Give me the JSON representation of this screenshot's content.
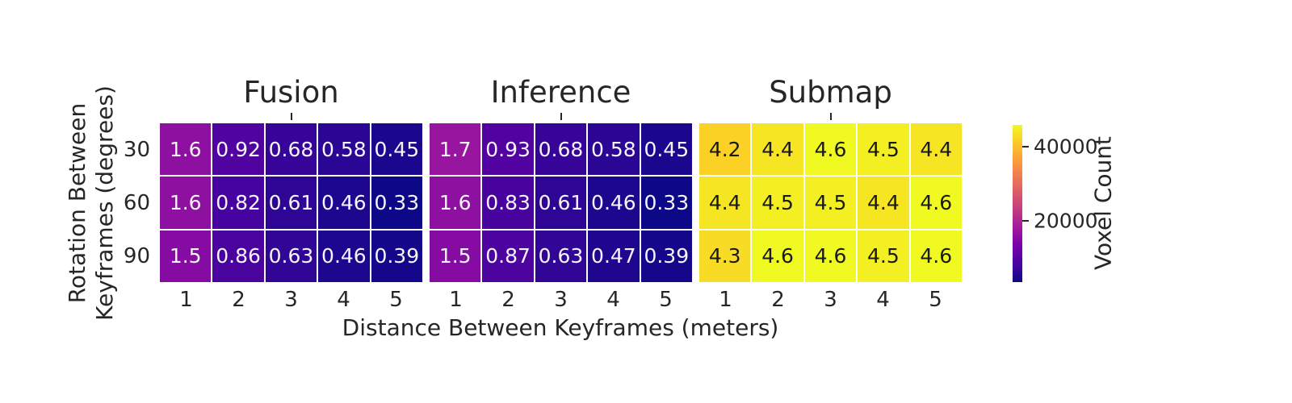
{
  "figure": {
    "background": "#ffffff",
    "text_color": "#262626"
  },
  "chart_data": {
    "type": "heatmap",
    "panels": [
      {
        "title": "Fusion",
        "values": [
          [
            "1.6",
            "0.92",
            "0.68",
            "0.58",
            "0.45"
          ],
          [
            "1.6",
            "0.82",
            "0.61",
            "0.46",
            "0.33"
          ],
          [
            "1.5",
            "0.86",
            "0.63",
            "0.46",
            "0.39"
          ]
        ]
      },
      {
        "title": "Inference",
        "values": [
          [
            "1.7",
            "0.93",
            "0.68",
            "0.58",
            "0.45"
          ],
          [
            "1.6",
            "0.83",
            "0.61",
            "0.46",
            "0.33"
          ],
          [
            "1.5",
            "0.87",
            "0.63",
            "0.47",
            "0.39"
          ]
        ]
      },
      {
        "title": "Submap",
        "values": [
          [
            "4.2",
            "4.4",
            "4.6",
            "4.5",
            "4.4"
          ],
          [
            "4.4",
            "4.5",
            "4.5",
            "4.4",
            "4.6"
          ],
          [
            "4.3",
            "4.6",
            "4.6",
            "4.5",
            "4.6"
          ]
        ]
      }
    ],
    "row_labels": [
      "30",
      "60",
      "90"
    ],
    "col_labels": [
      "1",
      "2",
      "3",
      "4",
      "5"
    ],
    "xlabel": "Distance Between Keyframes (meters)",
    "ylabel_lines": [
      "Rotation Between",
      "Keyframes (degrees)"
    ],
    "annotation_unit_multiplier": 10000,
    "colorbar": {
      "label": "Voxel Count",
      "ticks": [
        {
          "label": "20000",
          "value": 20000
        },
        {
          "label": "40000",
          "value": 40000
        }
      ],
      "vmin": 3300,
      "vmax": 46000,
      "colormap": "plasma",
      "colormap_stops": [
        "#0d0887",
        "#46039f",
        "#7201a8",
        "#9c179e",
        "#bd3786",
        "#d8576b",
        "#ed7953",
        "#fb9f3a",
        "#fdca26",
        "#f0f921"
      ]
    },
    "cell_text_colors": {
      "on_dark": "#f5f5f5",
      "on_light": "#1a1a1a"
    },
    "legend_position": "right",
    "grid": false
  }
}
